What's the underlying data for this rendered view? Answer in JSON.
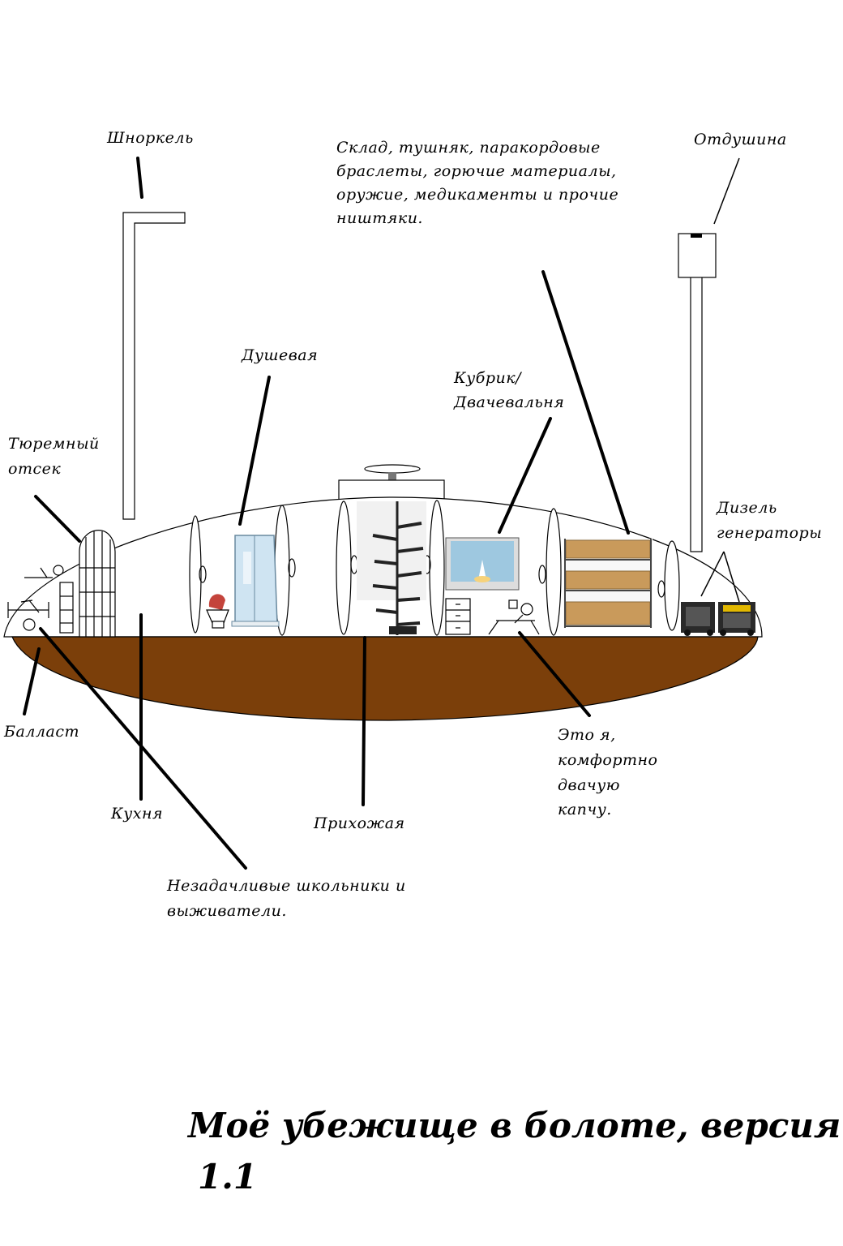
{
  "title_line1": "Моё убежище в болоте, версия",
  "title_line2": "1.1",
  "labels": {
    "snorkel": "Шноркель",
    "storage": [
      "Склад, тушняк, паракордовые",
      "браслеты, горючие материалы,",
      "оружие, медикаменты и прочие",
      "ништяки."
    ],
    "vent": "Отдушина",
    "shower": "Душевая",
    "quarters": [
      "Кубрик/",
      "Двачевальня"
    ],
    "prison": [
      "Тюремный",
      "отсек"
    ],
    "diesel": [
      "Дизель",
      "генераторы"
    ],
    "ballast": "Балласт",
    "kitchen": "Кухня",
    "hallway": "Прихожая",
    "me": [
      "Это я,",
      "комфортно",
      "двачую",
      "капчу."
    ],
    "prisoners": [
      "Незадачливые школьники и",
      "выживатели."
    ]
  },
  "colors": {
    "ballast": "#7b3f0a",
    "tv_screen": "#9ec8e0",
    "crates": "#c99a5b",
    "shower_glass": "#cfe4f2",
    "toilet_lid": "#c4443c"
  }
}
